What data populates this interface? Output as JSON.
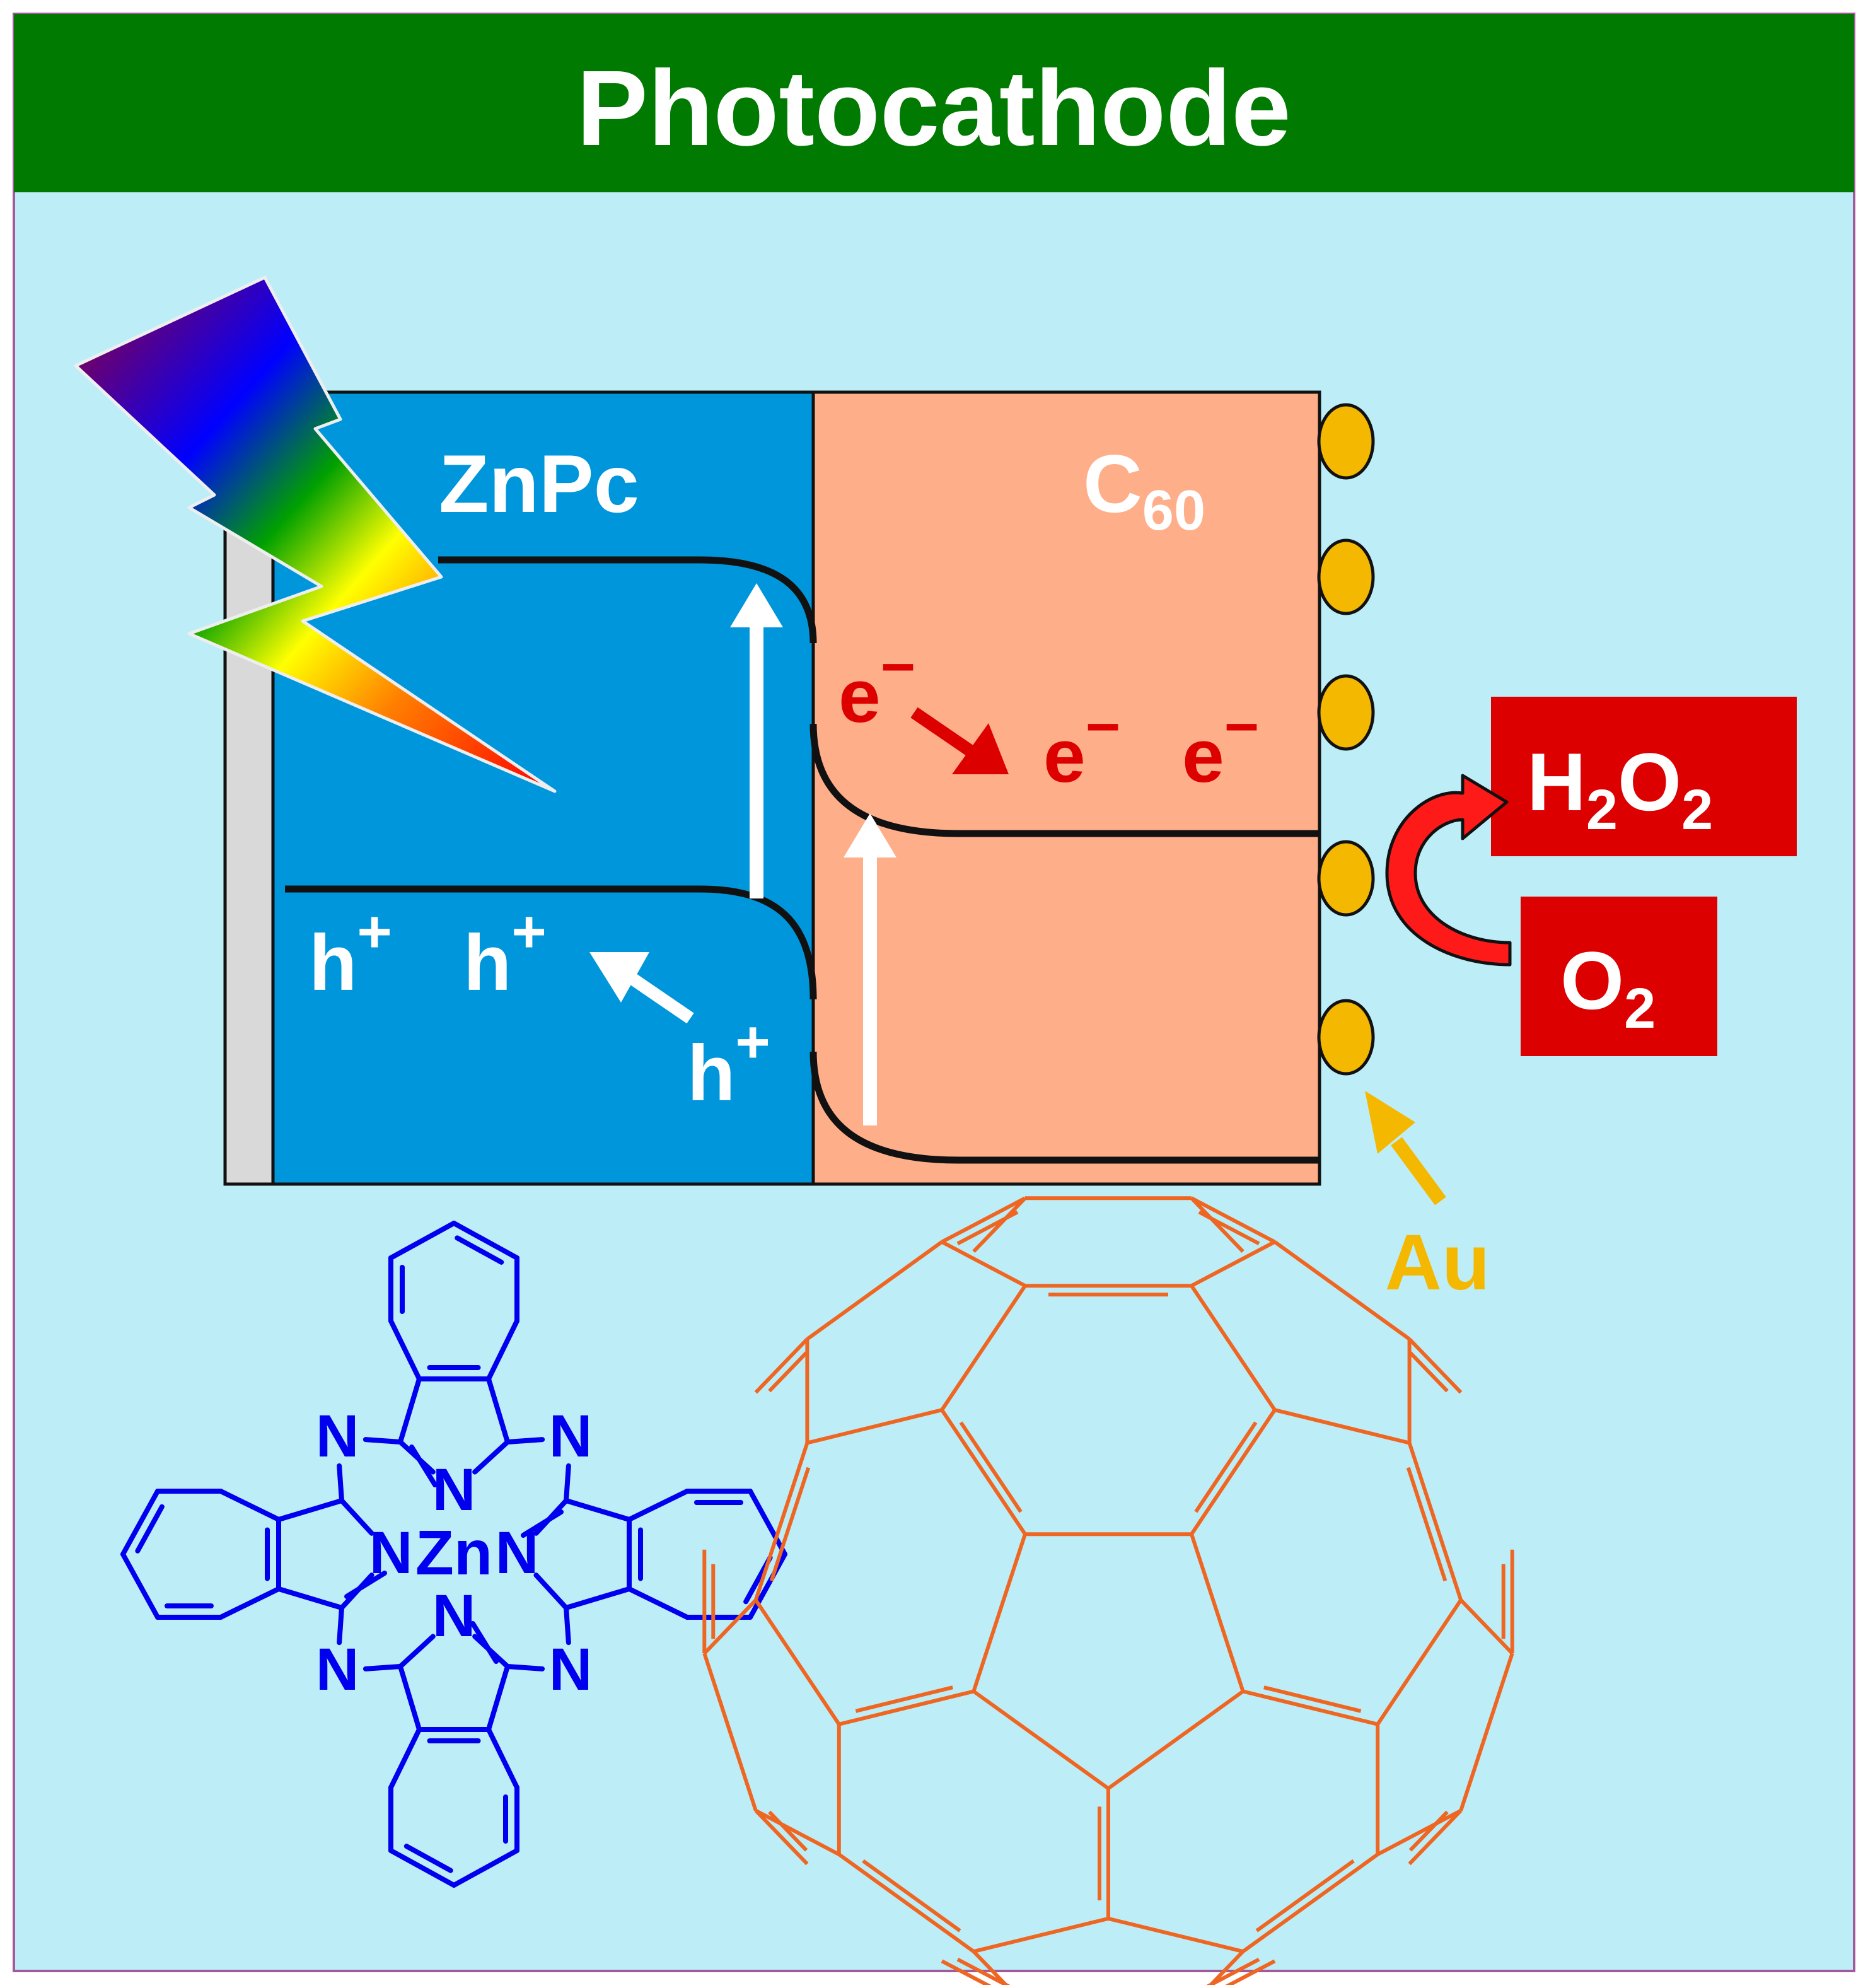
{
  "header": {
    "title": "Photocathode"
  },
  "layers": {
    "donor": {
      "label": "ZnPc",
      "color": "#0096dc"
    },
    "acceptor": {
      "label_main": "C",
      "label_sub": "60",
      "color": "#ffae8a"
    }
  },
  "carriers": {
    "electron_symbol": "e",
    "electron_charge": "−",
    "hole_symbol": "h",
    "hole_charge": "+"
  },
  "products": {
    "h2o2": {
      "p1": "H",
      "s1": "2",
      "p2": "O",
      "s2": "2",
      "color": "#dd0000"
    },
    "o2": {
      "p1": "O",
      "s1": "2",
      "color": "#dd0000"
    }
  },
  "catalyst": {
    "label": "Au",
    "color": "#f5b800"
  },
  "molecules": {
    "znpc": {
      "metal": "Zn",
      "n": "N",
      "color": "#0000ee"
    },
    "c60": {
      "color": "#ee6622"
    }
  },
  "colors": {
    "background": "#bdeef8",
    "header": "#007a00",
    "substrate": "#d9d9d9"
  }
}
